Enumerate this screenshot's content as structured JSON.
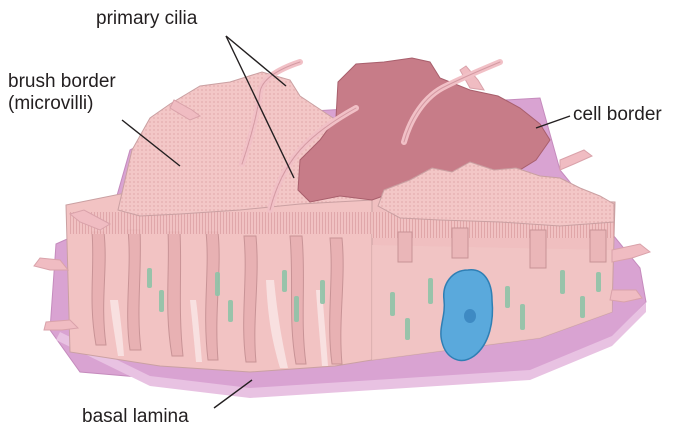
{
  "labels": {
    "primary_cilia": "primary cilia",
    "brush_border": "brush border",
    "brush_border_sub": "(microvilli)",
    "cell_border": "cell border",
    "basal_lamina": "basal lamina"
  },
  "colors": {
    "epithelium": "#f2c3c3",
    "epithelium_shade": "#e6a9aa",
    "epithelium_dark": "#d89394",
    "cell_top_dark": "#b96a77",
    "basal_lamina": "#d9a3d2",
    "nucleus": "#5aa9dc",
    "mitochondria": "#8fc3a8",
    "leader_line": "#231f20"
  }
}
